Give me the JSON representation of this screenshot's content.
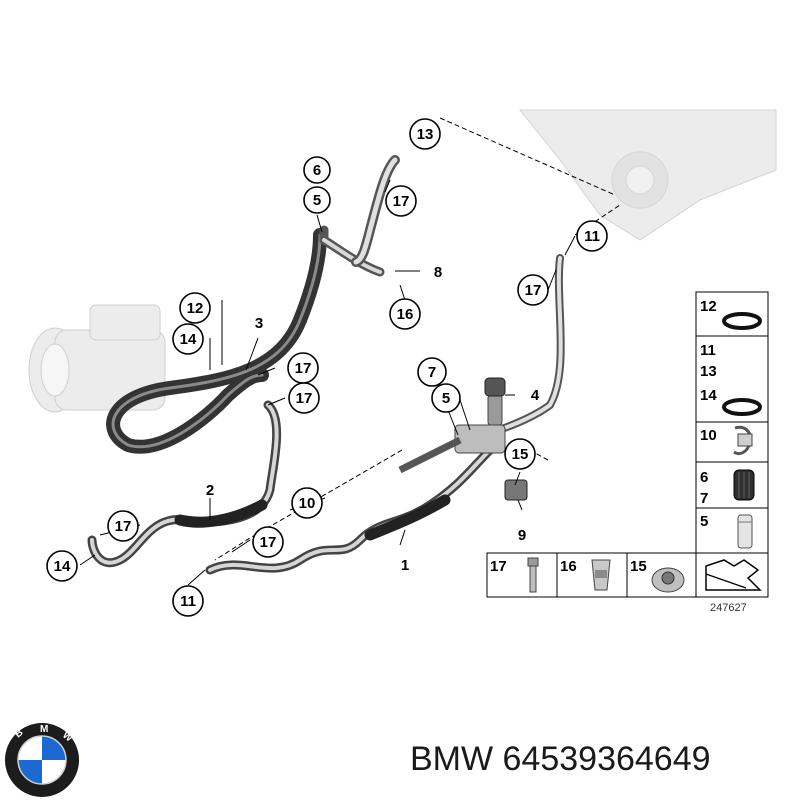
{
  "diagram": {
    "reference_number": "247627",
    "callouts": {
      "c13": "13",
      "c6": "6",
      "c5a": "5",
      "c17a": "17",
      "c8": "8",
      "c16": "16",
      "c11a": "11",
      "c17b": "17",
      "c12": "12",
      "c14a": "14",
      "c3": "3",
      "c17c": "17",
      "c17d": "17",
      "c7": "7",
      "c5b": "5",
      "c4": "4",
      "c15": "15",
      "c2": "2",
      "c10": "10",
      "c9": "9",
      "c17e": "17",
      "c14b": "14",
      "c17f": "17",
      "c1": "1",
      "c11b": "11"
    },
    "legend": {
      "right_column": [
        "12",
        "11",
        "13",
        "14",
        "10",
        "6",
        "7",
        "5"
      ],
      "bottom_row": [
        "17",
        "16",
        "15"
      ]
    }
  },
  "footer": {
    "brand_logo_letters": "BMW",
    "caption": "BMW 64539364649"
  }
}
